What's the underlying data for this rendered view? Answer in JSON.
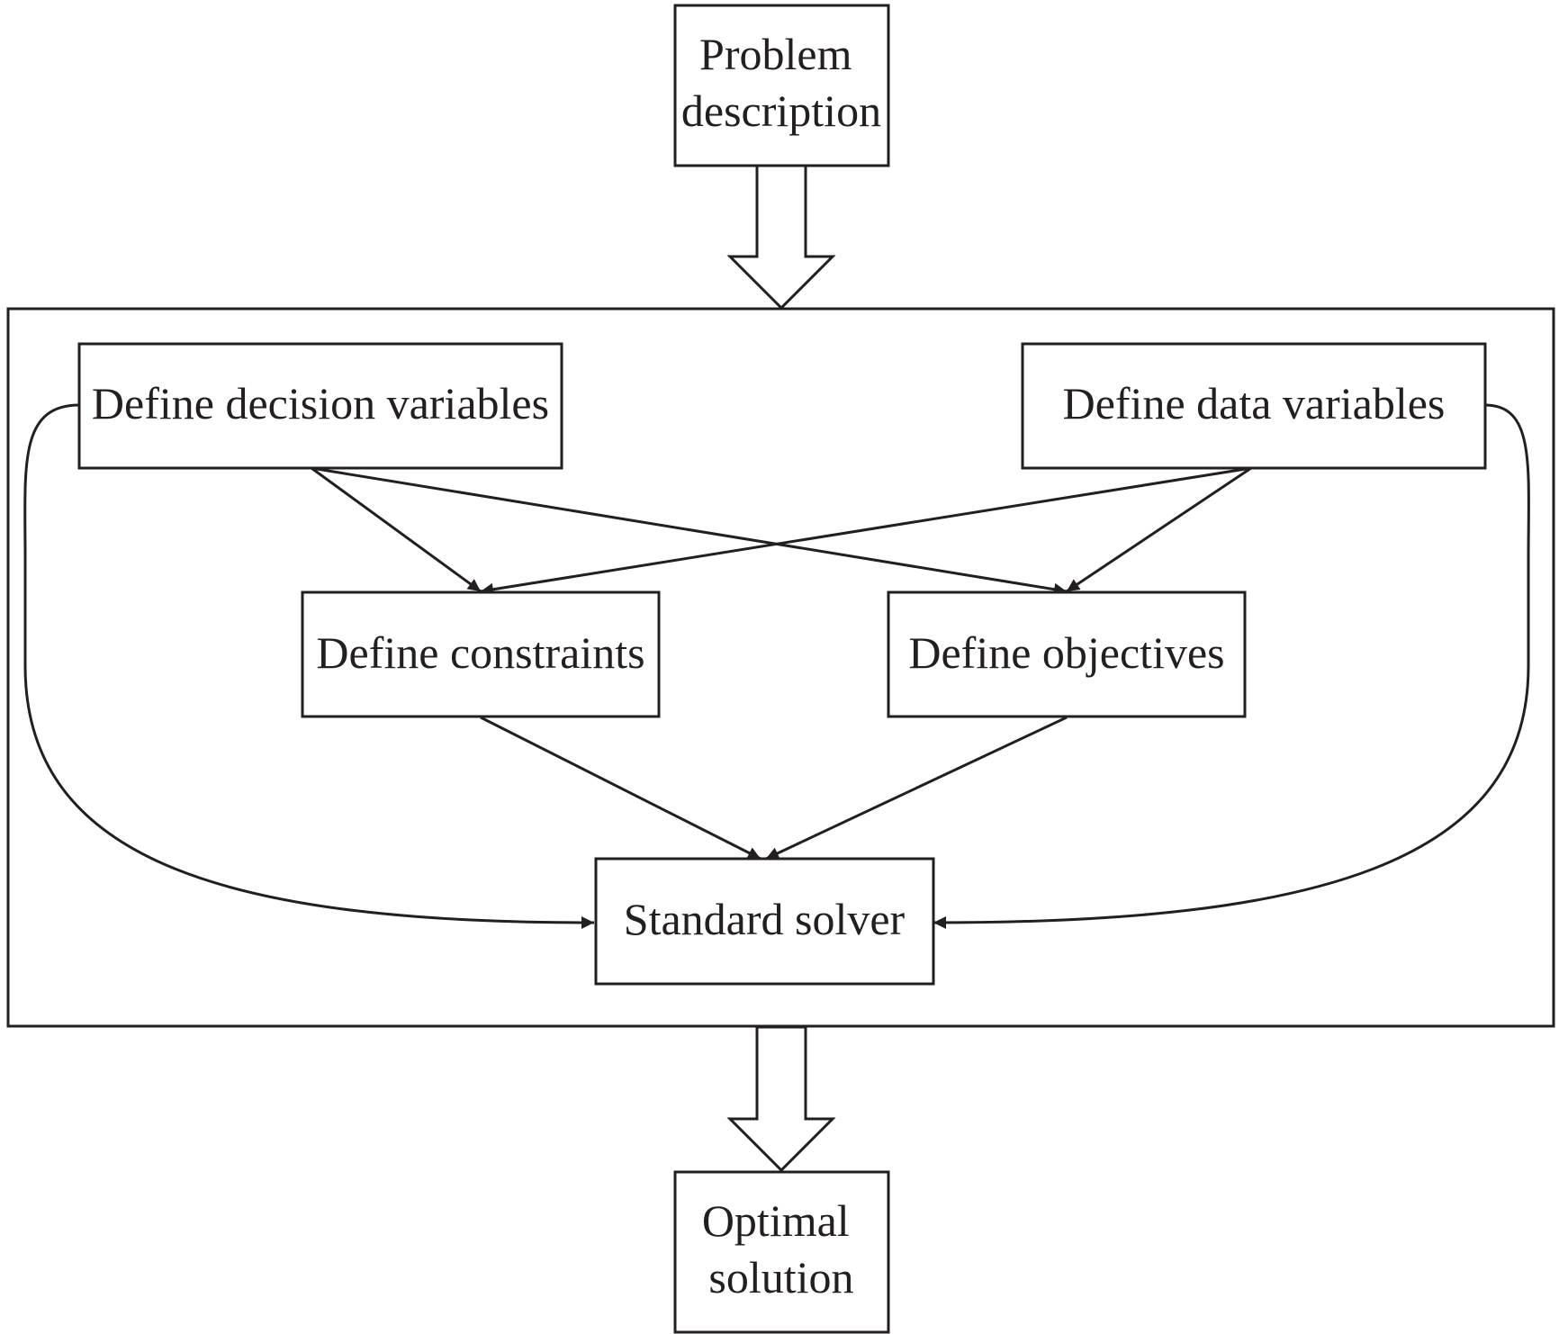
{
  "diagram": {
    "colors": {
      "line": "#231f20",
      "background": "#ffffff"
    },
    "nodes": {
      "problem_description": {
        "lines": [
          "Problem",
          "description"
        ]
      },
      "define_decision_variables": {
        "lines": [
          "Define decision variables"
        ]
      },
      "define_data_variables": {
        "lines": [
          "Define data variables"
        ]
      },
      "define_constraints": {
        "lines": [
          "Define constraints"
        ]
      },
      "define_objectives": {
        "lines": [
          "Define objectives"
        ]
      },
      "standard_solver": {
        "lines": [
          "Standard solver"
        ]
      },
      "optimal_solution": {
        "lines": [
          "Optimal",
          "solution"
        ]
      }
    },
    "edges": [
      {
        "from": "problem_description",
        "to": "model_frame",
        "style": "block-arrow"
      },
      {
        "from": "define_decision_variables",
        "to": "define_constraints",
        "style": "arrow"
      },
      {
        "from": "define_decision_variables",
        "to": "define_objectives",
        "style": "arrow"
      },
      {
        "from": "define_data_variables",
        "to": "define_constraints",
        "style": "arrow"
      },
      {
        "from": "define_data_variables",
        "to": "define_objectives",
        "style": "arrow"
      },
      {
        "from": "define_constraints",
        "to": "standard_solver",
        "style": "arrow"
      },
      {
        "from": "define_objectives",
        "to": "standard_solver",
        "style": "arrow"
      },
      {
        "from": "define_decision_variables",
        "to": "standard_solver",
        "style": "curved-arrow"
      },
      {
        "from": "define_data_variables",
        "to": "standard_solver",
        "style": "curved-arrow"
      },
      {
        "from": "model_frame",
        "to": "optimal_solution",
        "style": "block-arrow"
      }
    ]
  }
}
